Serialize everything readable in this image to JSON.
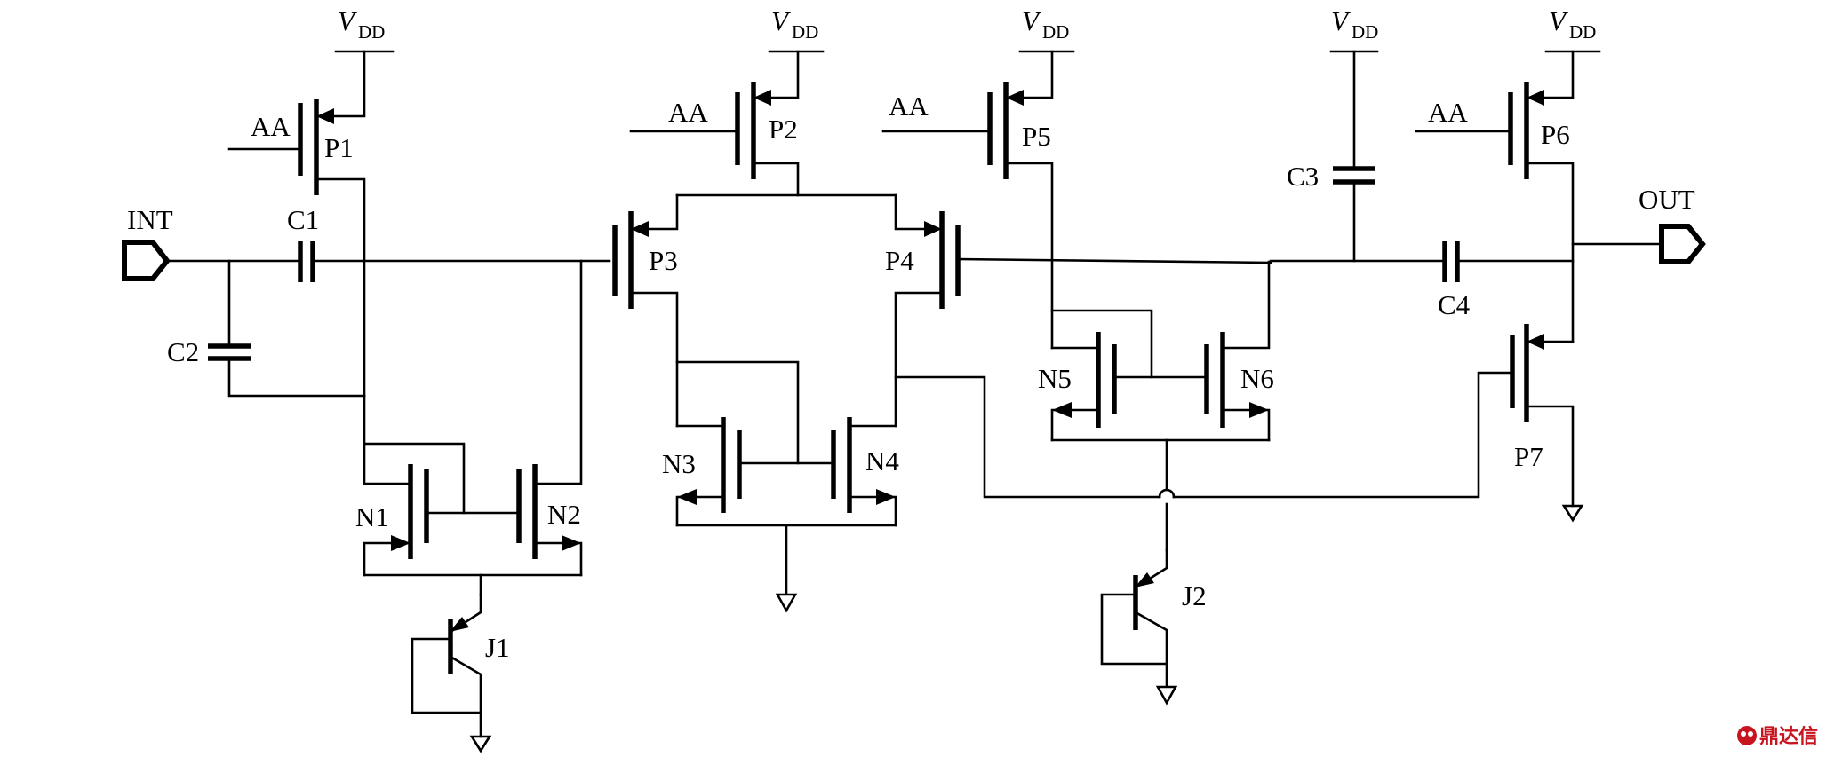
{
  "labels": {
    "input_pin": "INT",
    "output_pin": "OUT",
    "supply_main": "V",
    "supply_sub": "DD",
    "control": "AA"
  },
  "components": {
    "p1": "P1",
    "p2": "P2",
    "p3": "P3",
    "p4": "P4",
    "p5": "P5",
    "p6": "P6",
    "p7": "P7",
    "n1": "N1",
    "n2": "N2",
    "n3": "N3",
    "n4": "N4",
    "n5": "N5",
    "n6": "N6",
    "c1": "C1",
    "c2": "C2",
    "c3": "C3",
    "c4": "C4",
    "j1": "J1",
    "j2": "J2"
  },
  "watermark": {
    "text": "鼎达信",
    "color": "#c8141e"
  }
}
